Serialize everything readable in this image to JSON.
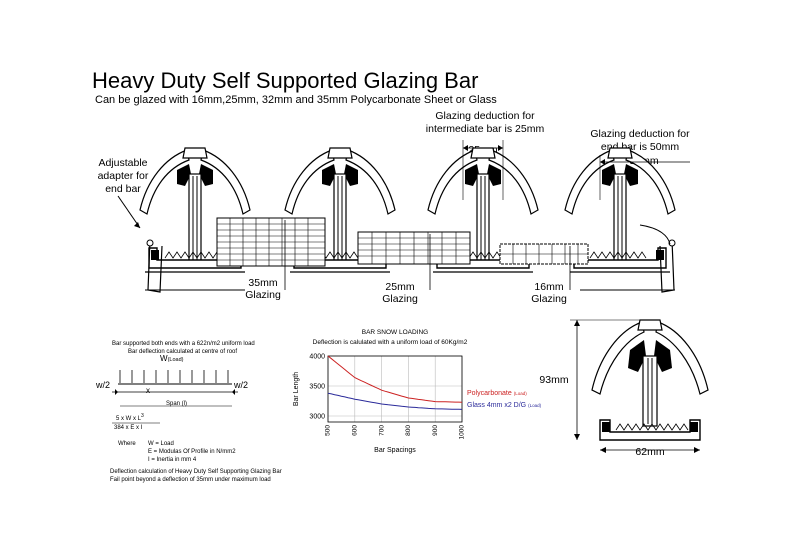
{
  "title": "Heavy Duty Self Supported Glazing Bar",
  "subtitle": "Can be glazed with 16mm,25mm, 32mm and 35mm Polycarbonate Sheet or Glass",
  "annotations": {
    "adjustable": [
      "Adjustable",
      "adapter for",
      "end bar"
    ],
    "intermediate_deduction": [
      "Glazing deduction for",
      "intermediate bar is 25mm"
    ],
    "end_deduction": [
      "Glazing deduction for",
      "end bar is 50mm"
    ],
    "dim_25": "25mm",
    "dim_50": "50mm",
    "glazing_35": [
      "35mm",
      "Glazing"
    ],
    "glazing_25": [
      "25mm",
      "Glazing"
    ],
    "glazing_16": [
      "16mm",
      "Glazing"
    ],
    "dim_93": "93mm",
    "dim_62": "62mm"
  },
  "formula": {
    "line1": "Bar supported both ends with a 622n/m2 uniform load",
    "line2": "Bar deflection calculated at centre of roof",
    "load_label": "W",
    "load_sub": "(Load)",
    "w2_left": "w/2",
    "w2_right": "w/2",
    "x_label": "x",
    "span_label": "Span (l)",
    "numerator": "5 x W x L",
    "numerator_exp": "3",
    "denominator": "384 x E x I",
    "where": "Where",
    "def_w": "W  = Load",
    "def_e": "E  = Modulas Of Profile in    N/mm2",
    "def_i": "I   = Inertia in mm 4",
    "foot1": "Deflection calculation of Heavy Duty Self Supporting Glazing Bar",
    "foot2": "Fail point beyond a deflection of 35mm under maximum load"
  },
  "chart_data": {
    "type": "line",
    "title": "BAR SNOW LOADING",
    "subtitle": "Deflection is calulated with a uniform load of  60Kg/m2",
    "xlabel": "Bar Spacings",
    "ylabel": "Bar Length",
    "x": [
      500,
      600,
      700,
      800,
      900,
      1000
    ],
    "xlim": [
      500,
      1000
    ],
    "ylim": [
      2900,
      4000
    ],
    "yticks": [
      3000,
      3500,
      4000
    ],
    "grid": true,
    "series": [
      {
        "name": "Polycarbonate",
        "name_sub": "(Load)",
        "color": "#cc2222",
        "values": [
          4000,
          3640,
          3430,
          3300,
          3240,
          3230
        ]
      },
      {
        "name": "Glass 4mm x2 D/G",
        "name_sub": "(Load)",
        "color": "#2a2a9a",
        "values": [
          3380,
          3280,
          3200,
          3150,
          3120,
          3110
        ]
      }
    ]
  }
}
